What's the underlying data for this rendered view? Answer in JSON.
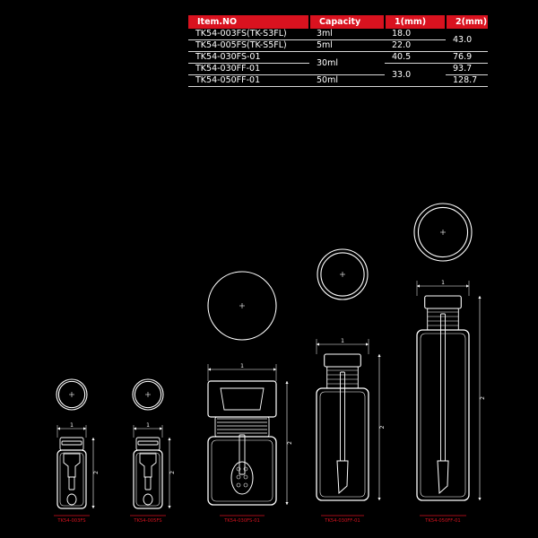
{
  "table": {
    "headers": [
      "Item.NO",
      "Capacity",
      "1(mm)",
      "2(mm)"
    ],
    "rows": [
      {
        "item": "TK54-003FS(TK-S3FL)",
        "capacity": "3ml",
        "d1": "18.0",
        "d2": "43.0"
      },
      {
        "item": "TK54-005FS(TK-S5FL)",
        "capacity": "5ml",
        "d1": "22.0",
        "d2": ""
      },
      {
        "item": "TK54-030FS-01",
        "capacity": "30ml",
        "d1": "40.5",
        "d2": "76.9"
      },
      {
        "item": "TK54-030FF-01",
        "capacity": "",
        "d1": "33.0",
        "d2": "93.7"
      },
      {
        "item": "TK54-050FF-01",
        "capacity": "50ml",
        "d1": "",
        "d2": "128.7"
      }
    ]
  },
  "drawings": {
    "dim1": "1",
    "dim2": "2",
    "bottles": [
      {
        "label": "TK54-003FS"
      },
      {
        "label": "TK54-005FS"
      },
      {
        "label": "TK54-030FS-01"
      },
      {
        "label": "TK54-030FF-01"
      },
      {
        "label": "TK54-050FF-01"
      }
    ]
  },
  "colors": {
    "accent": "#d9121f",
    "line": "#ffffff",
    "background": "#000000"
  }
}
